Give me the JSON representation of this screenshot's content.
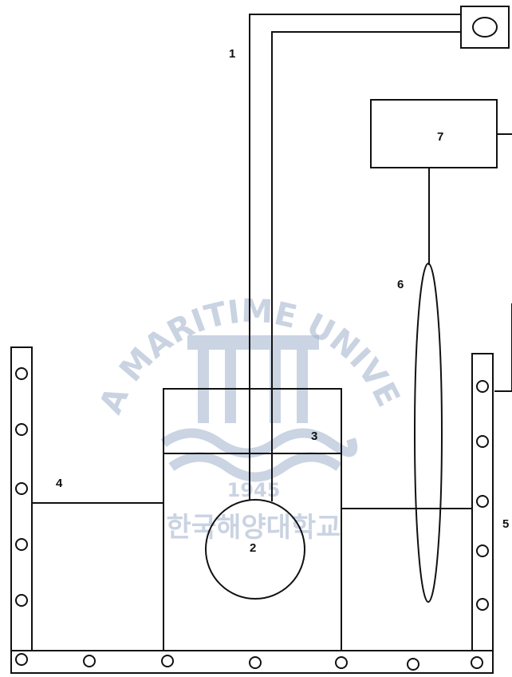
{
  "labels": {
    "l1": "1",
    "l2": "2",
    "l3": "3",
    "l4": "4",
    "l5": "5",
    "l6": "6",
    "l7": "7"
  },
  "watermark": {
    "arc_text": "KOREA MARITIME UNIVERSITY",
    "year": "1945",
    "korean": "한국해양대학교",
    "color": "#9fb0cc"
  }
}
